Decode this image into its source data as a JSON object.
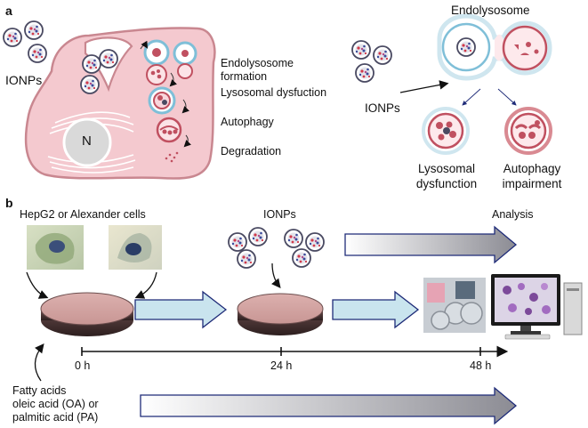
{
  "panel_a": {
    "letter": "a",
    "ionps_label_left": "IONPs",
    "nucleus_label": "N",
    "process_steps": [
      "Endolysosome",
      "formation",
      "Lysosomal dysfuction",
      "Autophagy",
      "Degradation"
    ],
    "endolysosome_title": "Endolysosome",
    "ionps_label_right": "IONPs",
    "outcome_left": [
      "Lysosomal",
      "dysfunction"
    ],
    "outcome_right": [
      "Autophagy",
      "impairment"
    ]
  },
  "panel_b": {
    "letter": "b",
    "cells_label": "HepG2 or Alexander cells",
    "ionps_label": "IONPs",
    "analysis_label": "Analysis",
    "timepoints": [
      "0 h",
      "24 h",
      "48 h"
    ],
    "fatty_acids": [
      "Fatty acids",
      "oleic acid (OA) or",
      "palmitic acid (PA)"
    ]
  },
  "colors": {
    "cell_fill": "#f4c9cf",
    "cell_stroke": "#c98790",
    "dish": "#d7a3a3",
    "arrow_blue": "#1e2b78",
    "arrow_fill": "#c9e4ee"
  }
}
